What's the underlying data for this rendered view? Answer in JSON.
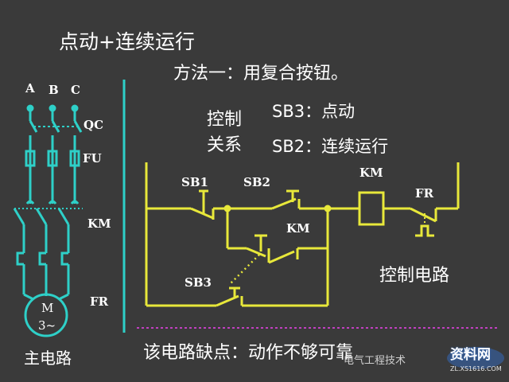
{
  "title": "点动+连续运行",
  "method": "方法一：用复合按钮。",
  "control_relation": {
    "label_line1": "控制",
    "label_line2": "关系",
    "item1": "SB3：点动",
    "item2": "SB2：连续运行"
  },
  "control_circuit_label": "控制电路",
  "main_circuit_label": "主电路",
  "defect_text": "该电路缺点：动作不够可靠",
  "main_circuit": {
    "phases": [
      "A",
      "B",
      "C"
    ],
    "components": [
      "QC",
      "FU",
      "KM",
      "FR"
    ],
    "motor_line1": "M",
    "motor_line2": "3~"
  },
  "control_components": {
    "sb1": "SB1",
    "sb2": "SB2",
    "sb3": "SB3",
    "km_aux": "KM",
    "km_coil": "KM",
    "fr": "FR"
  },
  "watermark": {
    "text": "电气工程技术",
    "logo": "资料网",
    "url": "ZL.XS1616.COM"
  },
  "colors": {
    "background": "#3a3a3a",
    "main_circuit": "#2ed0c8",
    "control_circuit": "#e8e83a",
    "divider": "#2ed0c8",
    "dashed_separator": "#c040c0",
    "text": "#ffffff"
  }
}
